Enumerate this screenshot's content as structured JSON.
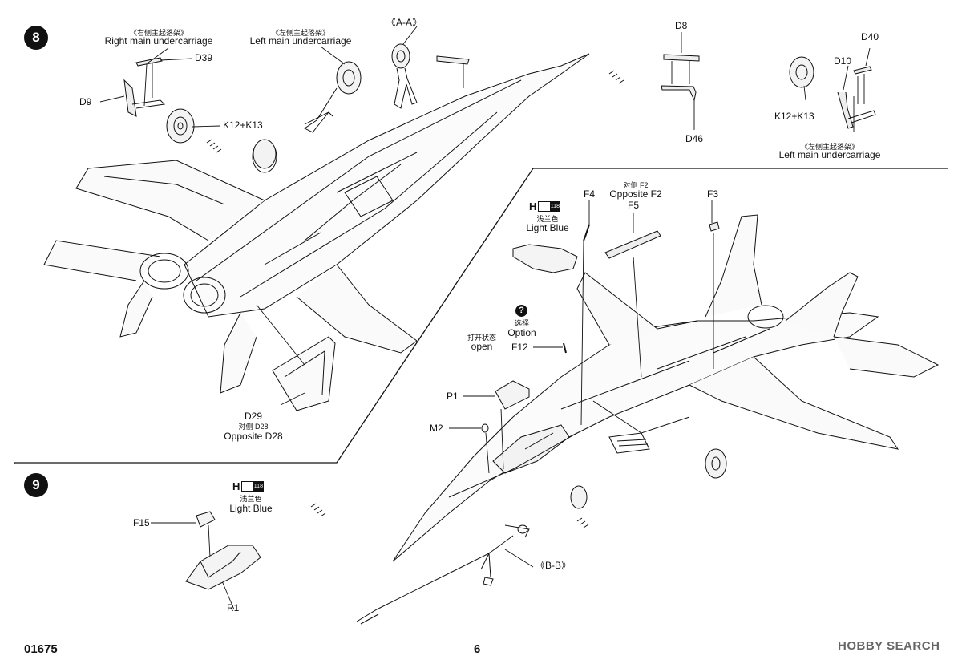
{
  "steps": {
    "s8": "8",
    "s9": "9"
  },
  "step8": {
    "right_main_cn": "《右侧主起落架》",
    "right_main_en": "Right main undercarriage",
    "left_main_cn": "《左侧主起落架》",
    "left_main_en": "Left main undercarriage",
    "aa": "《A-A》",
    "d39": "D39",
    "d9": "D9",
    "k12_left": "K12+K13",
    "d8": "D8",
    "d46": "D46",
    "d40": "D40",
    "d10": "D10",
    "k12_right": "K12+K13",
    "left_main2_cn": "《左侧主起落架》",
    "left_main2_en": "Left main undercarriage",
    "d29": "D29",
    "d28_cn": "对侧 D28",
    "d28_en": "Opposite D28"
  },
  "right_view": {
    "f4": "F4",
    "f2_cn": "对侧 F2",
    "f2_en": "Opposite F2",
    "f5": "F5",
    "f3": "F3",
    "h_letter": "H",
    "h_code": "118",
    "color_cn": "浅兰色",
    "color_en": "Light Blue",
    "q": "?",
    "option_cn": "选择",
    "option_en": "Option",
    "open_cn": "打开状态",
    "open_en": "open",
    "f12": "F12",
    "p1": "P1",
    "m2": "M2",
    "bb": "《B-B》"
  },
  "step9": {
    "h_letter": "H",
    "h_code": "118",
    "color_cn": "浅兰色",
    "color_en": "Light Blue",
    "f15": "F15",
    "r1": "R1"
  },
  "footer": {
    "code": "01675",
    "page": "6",
    "watermark": "HOBBY SEARCH"
  }
}
